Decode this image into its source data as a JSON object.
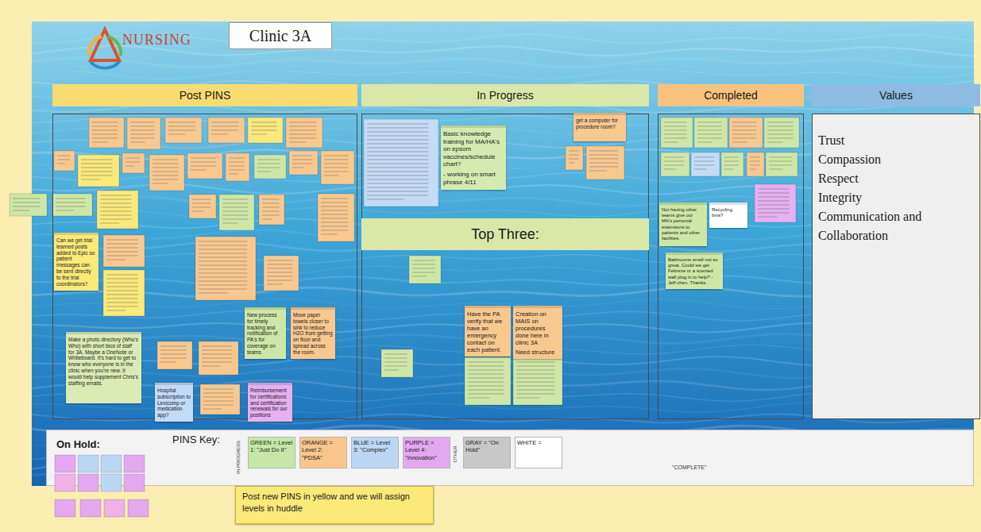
{
  "diagram": {
    "title": "Clinic 3A",
    "nodes": [
      {
        "text": [
          "Post PINS"
        ]
      },
      {
        "text": [
          "In Progress"
        ]
      },
      {
        "text": [
          "Completed"
        ]
      },
      {
        "text": [
          "Values",
          "Trust",
          "Compassion",
          "Respect",
          "Integrity",
          "Communication and Collaboration"
        ]
      },
      {
        "text": [
          "Top Three:"
        ],
        "in": 1
      },
      {
        "text": [
          "Can we get trial learned posts added to Epic so patient messages can be sent directly to the trial coordinators?"
        ],
        "in": 0
      },
      {
        "text": [
          "Make a photo directory (Who's Who) with short bios of staff for 3A. Maybe a OneNote or Whiteboard. It's hard to get to know who everyone is in the clinic when you're new. It would help supplement Chris's staffing emails."
        ],
        "in": 0
      },
      {
        "text": [
          "Hospital subscription to Lexicomp or medication app?"
        ],
        "in": 0
      },
      {
        "text": [
          "Reimbursement for certifications and certification renewals for our positions"
        ],
        "in": 0
      },
      {
        "text": [
          "New process for timely tracking and notification of PA's for coverage on teams"
        ],
        "in": 0
      },
      {
        "text": [
          "Move paper towels closer to sink to reduce H2O from getting on floor and spread across the room."
        ],
        "in": 0
      },
      {
        "text": [
          "Basic knowledge training for MA/HA's on epsom vaccines/schedule chart?",
          "- working on smart phrase 4/11"
        ],
        "in": 1
      },
      {
        "text": [
          "get a computer for procedure room?"
        ],
        "in": 1
      },
      {
        "text": [
          "Have the PA verify that we have an emergency contact on each patient."
        ],
        "in": 1
      },
      {
        "text": [
          "Creation on MAIS on procedures done here in clinic 3A",
          "Need structure"
        ],
        "in": 1
      },
      {
        "text": [
          "Not having other teams give our MA's personal extensions to patients and other facilities."
        ],
        "in": 2
      },
      {
        "text": [
          "Recycling bins?"
        ],
        "in": 2
      },
      {
        "text": [
          "Bathrooms smell not so great. Could we get Febreze or a scented wall plug in to help? - Jeff chen. Thanks."
        ],
        "in": 2
      },
      {
        "text": [
          "On Hold:",
          "PINS Key:"
        ]
      },
      {
        "text": [
          "Post new PINS in yellow and we will assign levels in huddle"
        ]
      }
    ],
    "labels": [
      "NURSING",
      "IN-PROGRESS",
      "OTHER",
      "\"COMPLETE\""
    ],
    "legend": [
      {
        "text": "GREEN = Level 1: \"Just Do It\"",
        "color": "#c5e8a8"
      },
      {
        "text": "ORANGE = Level 2: \"PDSA\"",
        "color": "#f9c58c"
      },
      {
        "text": "BLUE = Level 3: \"Complex\"",
        "color": "#bcd7f5"
      },
      {
        "text": "PURPLE = Level 4: \"Innovation\"",
        "color": "#e3a8f0"
      },
      {
        "text": "GRAY = \"On Hold\"",
        "color": "#c8c8c8"
      },
      {
        "text": "WHITE =",
        "color": "#ffffff"
      }
    ]
  }
}
